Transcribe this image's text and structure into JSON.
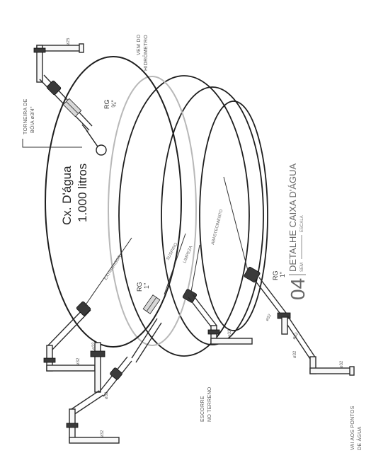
{
  "tank": {
    "name": "Cx. D'água",
    "capacity": "1.000 litros"
  },
  "title": {
    "number": "04",
    "text": "DETALHE CAIXA D'ÁGUA",
    "sub_left": "SEM",
    "sub_right": "ESCALA"
  },
  "labels": {
    "vem_do": "VEM DO",
    "hidrometro": "HIDRÔMETRO",
    "torneira": "TORNEIRA DE",
    "boia": "BÓIA ø3/4\"",
    "rg_top": "RG",
    "rg_top_size": "¾\"",
    "rg_mid": "RG",
    "rg_mid_size": "1\"",
    "rg_right": "RG",
    "rg_right_size": "1\"",
    "extravasor": "EXTRAVASOR",
    "suspiro": "SUSPIRO",
    "limpeza": "LIMPEZA",
    "abastecimento": "ABASTECIMENTO",
    "escorre": "ESCORRE",
    "no_terreno": "NO TERRENO",
    "vai_aos": "VAI AOS PONTOS",
    "de_agua": "DE ÁGUA"
  },
  "pipe_sizes": {
    "top": "ø25",
    "left_a": "ø32",
    "left_b": "ø32",
    "left_c": "ø32",
    "left_d": "ø32",
    "right_a": "ø32",
    "right_b": "ø32",
    "right_c": "ø32",
    "right_d": "ø32",
    "right_e": "ø32"
  }
}
